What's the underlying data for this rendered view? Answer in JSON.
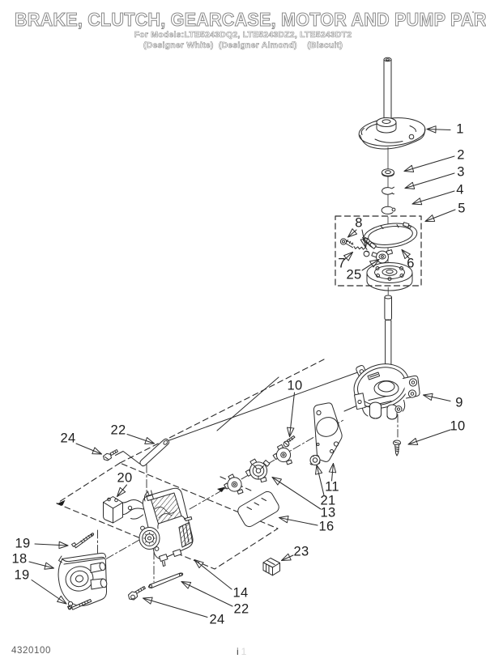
{
  "page": {
    "title": "BRAKE, CLUTCH, GEARCASE, MOTOR AND PUMP PARTS",
    "models_line": "For Models:LTE5243DQ2, LTE5243DZ2, LTE5243DT2",
    "finishes_line": "(Designer White)  (Designer Almond)    (Biscuit)",
    "doc_number": "4320100",
    "page_letter": "i",
    "page_number": "1"
  },
  "diagram": {
    "type": "exploded-parts-diagram",
    "callouts": [
      {
        "label": "1"
      },
      {
        "label": "2"
      },
      {
        "label": "3"
      },
      {
        "label": "4"
      },
      {
        "label": "5"
      },
      {
        "label": "8"
      },
      {
        "label": "7"
      },
      {
        "label": "6"
      },
      {
        "label": "25"
      },
      {
        "label": "9"
      },
      {
        "label": "10"
      },
      {
        "label": "10"
      },
      {
        "label": "22"
      },
      {
        "label": "24"
      },
      {
        "label": "20"
      },
      {
        "label": "11"
      },
      {
        "label": "21"
      },
      {
        "label": "13"
      },
      {
        "label": "16"
      },
      {
        "label": "23"
      },
      {
        "label": "19"
      },
      {
        "label": "18"
      },
      {
        "label": "19"
      },
      {
        "label": "14"
      },
      {
        "label": "22"
      },
      {
        "label": "24"
      }
    ]
  }
}
